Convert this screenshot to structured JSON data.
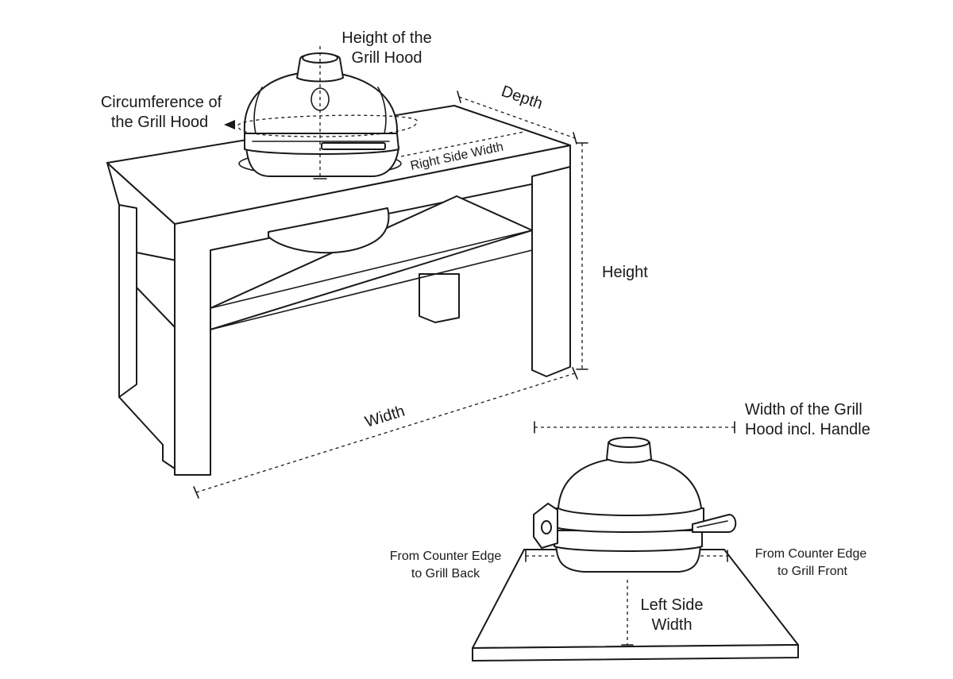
{
  "labels": {
    "height_of_hood_line1": "Height of the",
    "height_of_hood_line2": "Grill Hood",
    "circumference_line1": "Circumference of",
    "circumference_line2": "the Grill Hood",
    "depth": "Depth",
    "right_side_width": "Right Side Width",
    "height": "Height",
    "width": "Width",
    "hood_width_line1": "Width of the Grill",
    "hood_width_line2": "Hood incl. Handle",
    "counter_back_line1": "From Counter Edge",
    "counter_back_line2": "to Grill Back",
    "counter_front_line1": "From Counter Edge",
    "counter_front_line2": "to Grill Front",
    "left_side_line1": "Left Side",
    "left_side_line2": "Width"
  },
  "colors": {
    "ink": "#1a1a1a",
    "background": "#ffffff"
  }
}
